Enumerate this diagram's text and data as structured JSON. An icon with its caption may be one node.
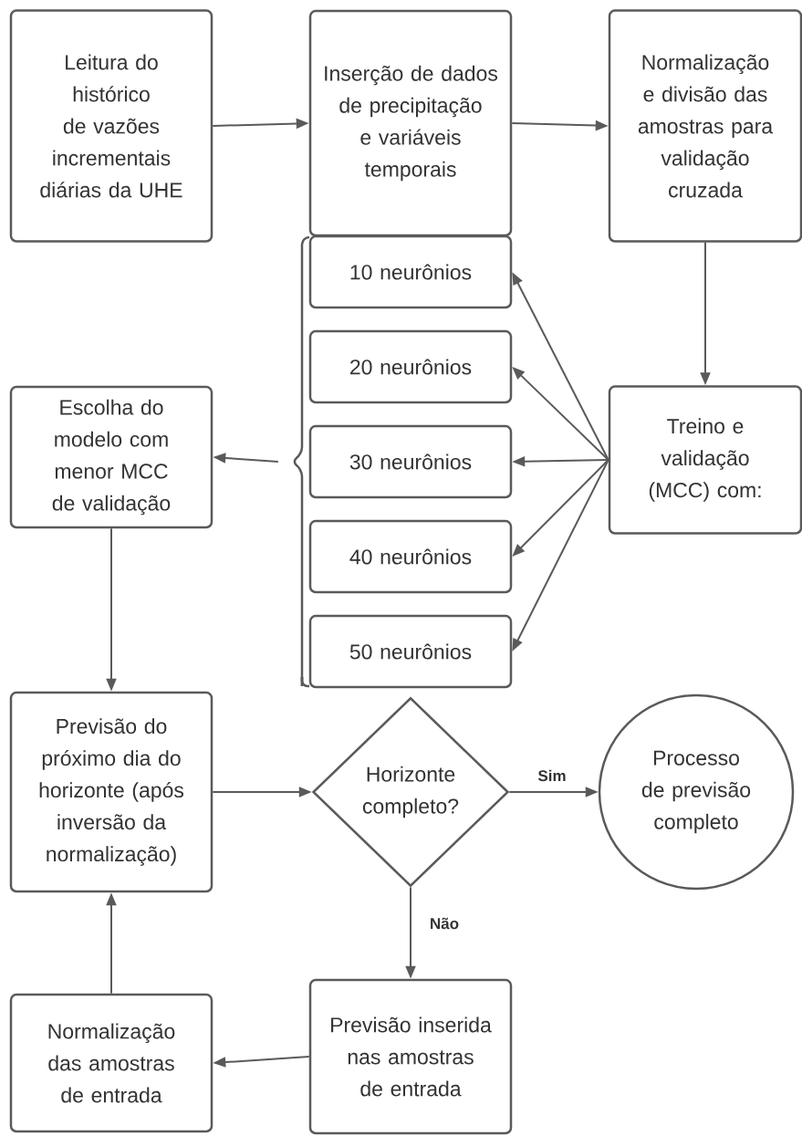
{
  "diagram": {
    "nodes": [
      {
        "text": [
          "Leitura do histórico de vazões incrementais diárias da UHE"
        ]
      },
      {
        "text": [
          "Inserção de dados de precipitação e variáveis temporais"
        ]
      },
      {
        "text": [
          "Normalização e divisão das amostras para validação cruzada"
        ]
      },
      {
        "text": [
          "10 neurônios"
        ]
      },
      {
        "text": [
          "20 neurônios"
        ]
      },
      {
        "text": [
          "30 neurônios"
        ]
      },
      {
        "text": [
          "40 neurônios"
        ]
      },
      {
        "text": [
          "50 neurônios"
        ]
      },
      {
        "text": [
          "Treino e validação (MCC) com:"
        ]
      },
      {
        "text": [
          "Escolha do modelo com menor MCC de validação"
        ]
      },
      {
        "text": [],
        "shape": "brace"
      },
      {
        "text": [
          "Previsão do próximo dia do horizonte (após inversão da normalização)"
        ]
      },
      {
        "text": [
          "Horizonte completo?"
        ]
      },
      {
        "text": [
          "Processo de previsão completo"
        ]
      },
      {
        "text": [
          "Normalização das amostras de entrada"
        ]
      },
      {
        "text": [
          "Previsão inserida nas amostras de entrada"
        ]
      }
    ],
    "edges": [
      {
        "from": 0,
        "to": 1,
        "arrow": "to"
      },
      {
        "from": 1,
        "to": 2,
        "arrow": "to"
      },
      {
        "from": 2,
        "to": 8,
        "arrow": "to"
      },
      {
        "from": 8,
        "to": 3,
        "arrow": "to"
      },
      {
        "from": 8,
        "to": 4,
        "arrow": "to"
      },
      {
        "from": 8,
        "to": 5,
        "arrow": "to"
      },
      {
        "from": 8,
        "to": 6,
        "arrow": "to"
      },
      {
        "from": 8,
        "to": 7,
        "arrow": "to"
      },
      {
        "from": 10,
        "to": 9,
        "arrow": "to"
      },
      {
        "from": 9,
        "to": 11,
        "arrow": "to"
      },
      {
        "from": 11,
        "to": 12,
        "arrow": "to"
      },
      {
        "from": 12,
        "to": 13,
        "arrow": "to",
        "label": "Sim"
      },
      {
        "from": 12,
        "to": 15,
        "arrow": "to",
        "label": "Não"
      },
      {
        "from": 15,
        "to": 14,
        "arrow": "to"
      },
      {
        "from": 14,
        "to": 11,
        "arrow": "to"
      }
    ]
  }
}
